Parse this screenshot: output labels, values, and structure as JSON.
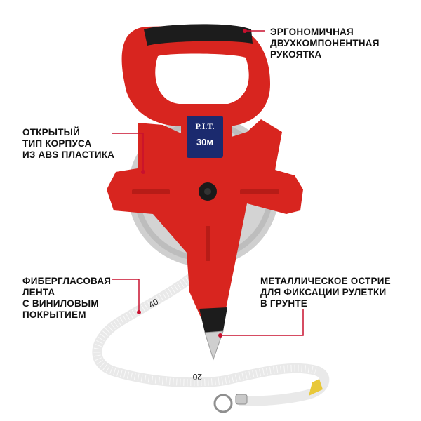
{
  "callouts": {
    "handle": {
      "lines": [
        "ЭРГОНОМИЧНАЯ",
        "ДВУХКОМПОНЕНТНАЯ",
        "РУКОЯТКА"
      ]
    },
    "body": {
      "lines": [
        "ОТКРЫТЫЙ",
        "ТИП КОРПУСА",
        "ИЗ ABS ПЛАСТИКА"
      ]
    },
    "tape": {
      "lines": [
        "ФИБЕРГЛАСОВАЯ",
        "ЛЕНТА",
        "С ВИНИЛОВЫМ",
        "ПОКРЫТИЕМ"
      ]
    },
    "tip": {
      "lines": [
        "МЕТАЛЛИЧЕСКОЕ ОСТРИЕ",
        "ДЛЯ ФИКСАЦИИ РУЛЕТКИ",
        "В ГРУНТЕ"
      ]
    }
  },
  "product": {
    "brand": "P.I.T.",
    "length_label": "30м",
    "tape_marks": [
      "40",
      "20"
    ],
    "colors": {
      "body": "#d8251f",
      "grip": "#1a1a1a",
      "callout_line": "#c8102e",
      "tape": "#f4f4f4",
      "tape_end": "#e8c83a"
    }
  }
}
